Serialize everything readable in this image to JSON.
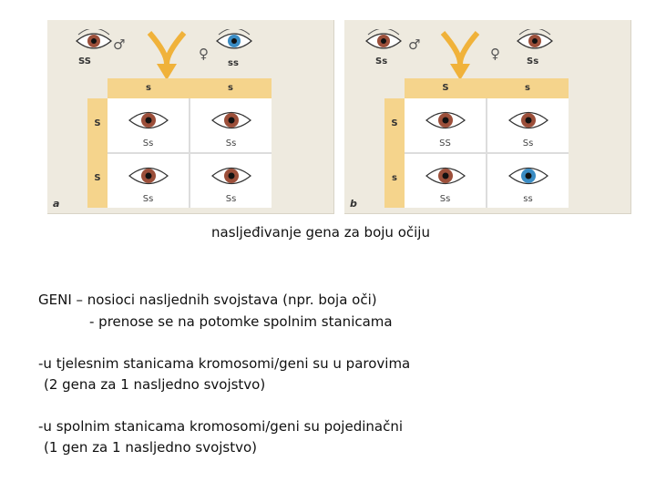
{
  "colors": {
    "brown": "#9c4f3a",
    "blue": "#3a8cc4",
    "arrow": "#f0b23a"
  },
  "panel_a": {
    "letter": "a",
    "male_label": "SS",
    "female_label": "ss",
    "male_symbol": "♂",
    "female_symbol": "♀",
    "top": [
      "s",
      "s"
    ],
    "left": [
      "S",
      "S"
    ],
    "cells": [
      "Ss",
      "Ss",
      "Ss",
      "Ss"
    ]
  },
  "panel_b": {
    "letter": "b",
    "male_label": "Ss",
    "female_label": "Ss",
    "male_symbol": "♂",
    "female_symbol": "♀",
    "top": [
      "S",
      "s"
    ],
    "left": [
      "S",
      "s"
    ],
    "cells": [
      "SS",
      "Ss",
      "Ss",
      "ss"
    ]
  },
  "caption": "nasljeđivanje gena za boju očiju",
  "lines": {
    "l1": "GENI – nosioci nasljednih svojstava (npr. boja oči)",
    "l2": "- prenose se na potomke spolnim stanicama",
    "l3": "-u tjelesnim stanicama kromosomi/geni su u parovima",
    "l4": "(2 gena za 1 nasljedno svojstvo)",
    "l5": "-u spolnim stanicama kromosomi/geni su pojedinačni",
    "l6": "(1 gen za 1 nasljedno svojstvo)"
  }
}
